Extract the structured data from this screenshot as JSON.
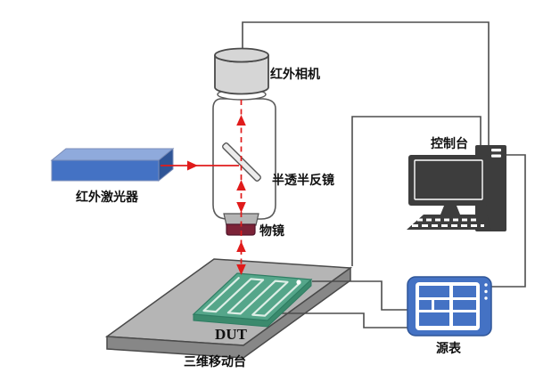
{
  "labels": {
    "infrared_camera": "红外相机",
    "control_console": "控制台",
    "beam_splitter": "半透半反镜",
    "infrared_laser": "红外激光器",
    "objective_lens": "物镜",
    "dut": "DUT",
    "translation_stage": "三维移动台",
    "source_meter": "源表"
  },
  "colors": {
    "laser_front": "#4472c4",
    "laser_top": "#8faadc",
    "laser_side": "#2f5597",
    "meter_blue": "#4472c4",
    "meter_cell": "#4472c4",
    "chip_green": "#55a68a",
    "chip_side": "#3b8a6d",
    "stage_top": "#b5b5b5",
    "stage_side": "#878787",
    "beam_red": "#e01b1b",
    "wire_gray": "#4d4d4d",
    "device_dark": "#3d3d3d",
    "objective_maroon": "#7c2338",
    "camera_gray": "#d6d6d6"
  }
}
